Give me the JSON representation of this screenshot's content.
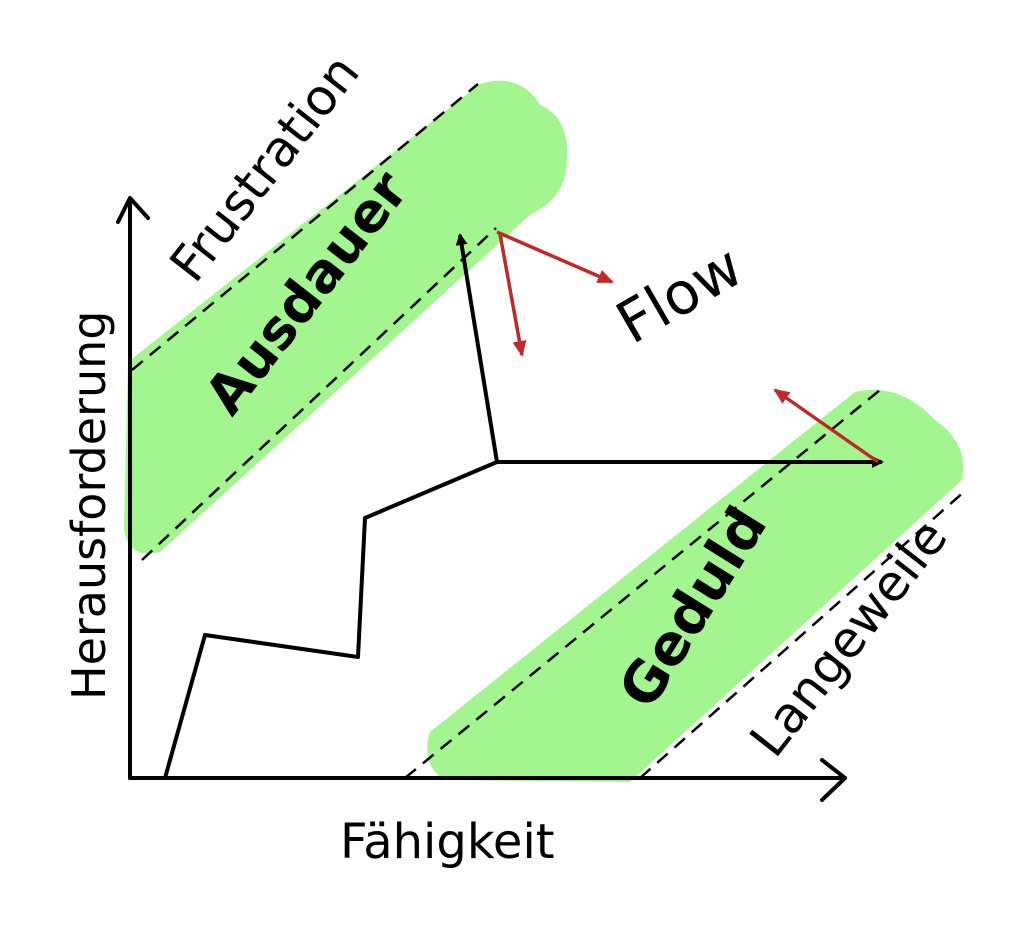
{
  "diagram": {
    "axes": {
      "y_label": "Herausforderung",
      "x_label": "Fähigkeit"
    },
    "zones": {
      "upper_edge_label": "Frustration",
      "upper_band_label": "Ausdauer",
      "middle_label": "Flow",
      "lower_edge_label": "Langeweile",
      "lower_band_label": "Geduld"
    },
    "colors": {
      "band": "#a3f68f",
      "path": "#000000",
      "arrow_red": "#c0282a"
    }
  }
}
